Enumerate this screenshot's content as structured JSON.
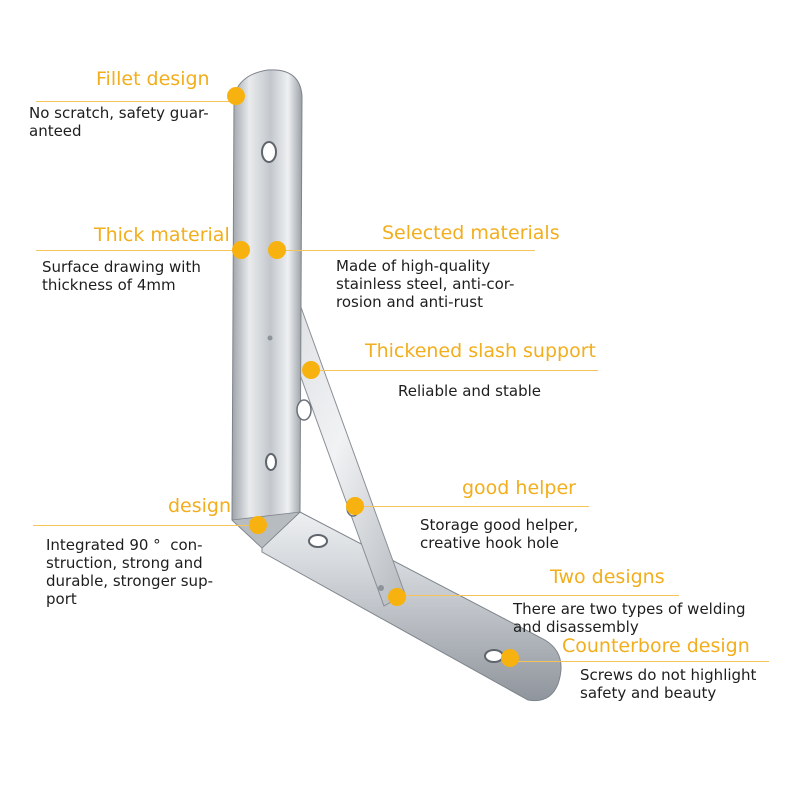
{
  "callouts": [
    {
      "id": "fillet",
      "title": "Fillet design",
      "desc": "No scratch, safety guar-\nanteed"
    },
    {
      "id": "thick",
      "title": "Thick material",
      "desc": "Surface drawing with\nthickness of 4mm"
    },
    {
      "id": "selected",
      "title": "Selected materials",
      "desc": "Made of high-quality\nstainless steel, anti-cor-\nrosion and anti-rust"
    },
    {
      "id": "slash",
      "title": "Thickened slash support",
      "desc": "Reliable and stable"
    },
    {
      "id": "design",
      "title": "design",
      "desc": "Integrated 90 °  con-\nstruction, strong and\ndurable, stronger sup-\nport"
    },
    {
      "id": "helper",
      "title": "good helper",
      "desc": "Storage good helper,\ncreative hook hole"
    },
    {
      "id": "two",
      "title": "Two designs",
      "desc": "There are two types of welding\nand disassembly"
    },
    {
      "id": "counterbore",
      "title": "Counterbore design",
      "desc": "Screws do not highlight\nsafety and beauty"
    }
  ],
  "colors": {
    "accent": "#f7b20f",
    "title_text": "#f2ae1c",
    "body_text": "#1e1e1e",
    "steel": "#c9ccd0"
  },
  "icons": {
    "marker": "dot-marker-icon",
    "product": "l-bracket-image"
  }
}
